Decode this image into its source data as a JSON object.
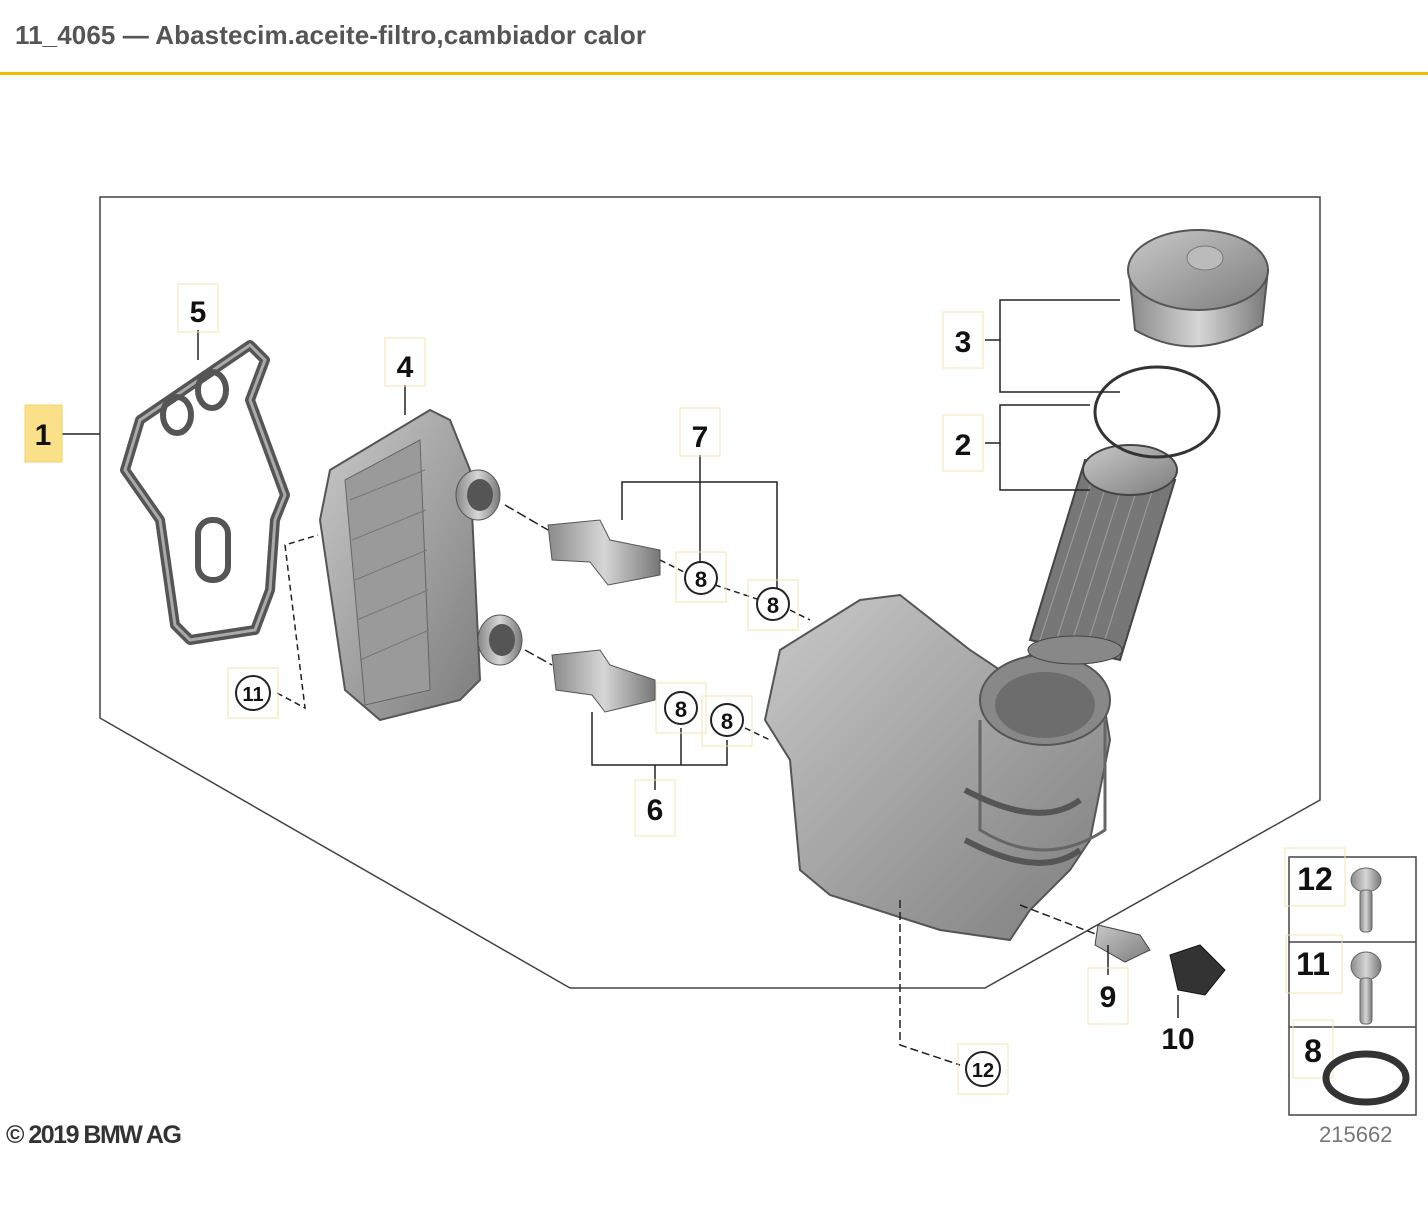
{
  "header": {
    "title": "11_4065 — Abastecim.aceite-filtro,cambiador calor"
  },
  "callouts": {
    "c1": "1",
    "c2": "2",
    "c3": "3",
    "c4": "4",
    "c5": "5",
    "c6": "6",
    "c7": "7",
    "c8a": "8",
    "c8b": "8",
    "c8c": "8",
    "c8d": "8",
    "c9": "9",
    "c10": "10",
    "c11": "11",
    "c12": "12"
  },
  "legend": {
    "item_12": "12",
    "item_11": "11",
    "item_8": "8"
  },
  "footer": {
    "copyright": "© 2019 BMW AG",
    "image_number": "215662"
  },
  "colors": {
    "accent": "#f2bd00",
    "highlight": "#fbe08a"
  }
}
